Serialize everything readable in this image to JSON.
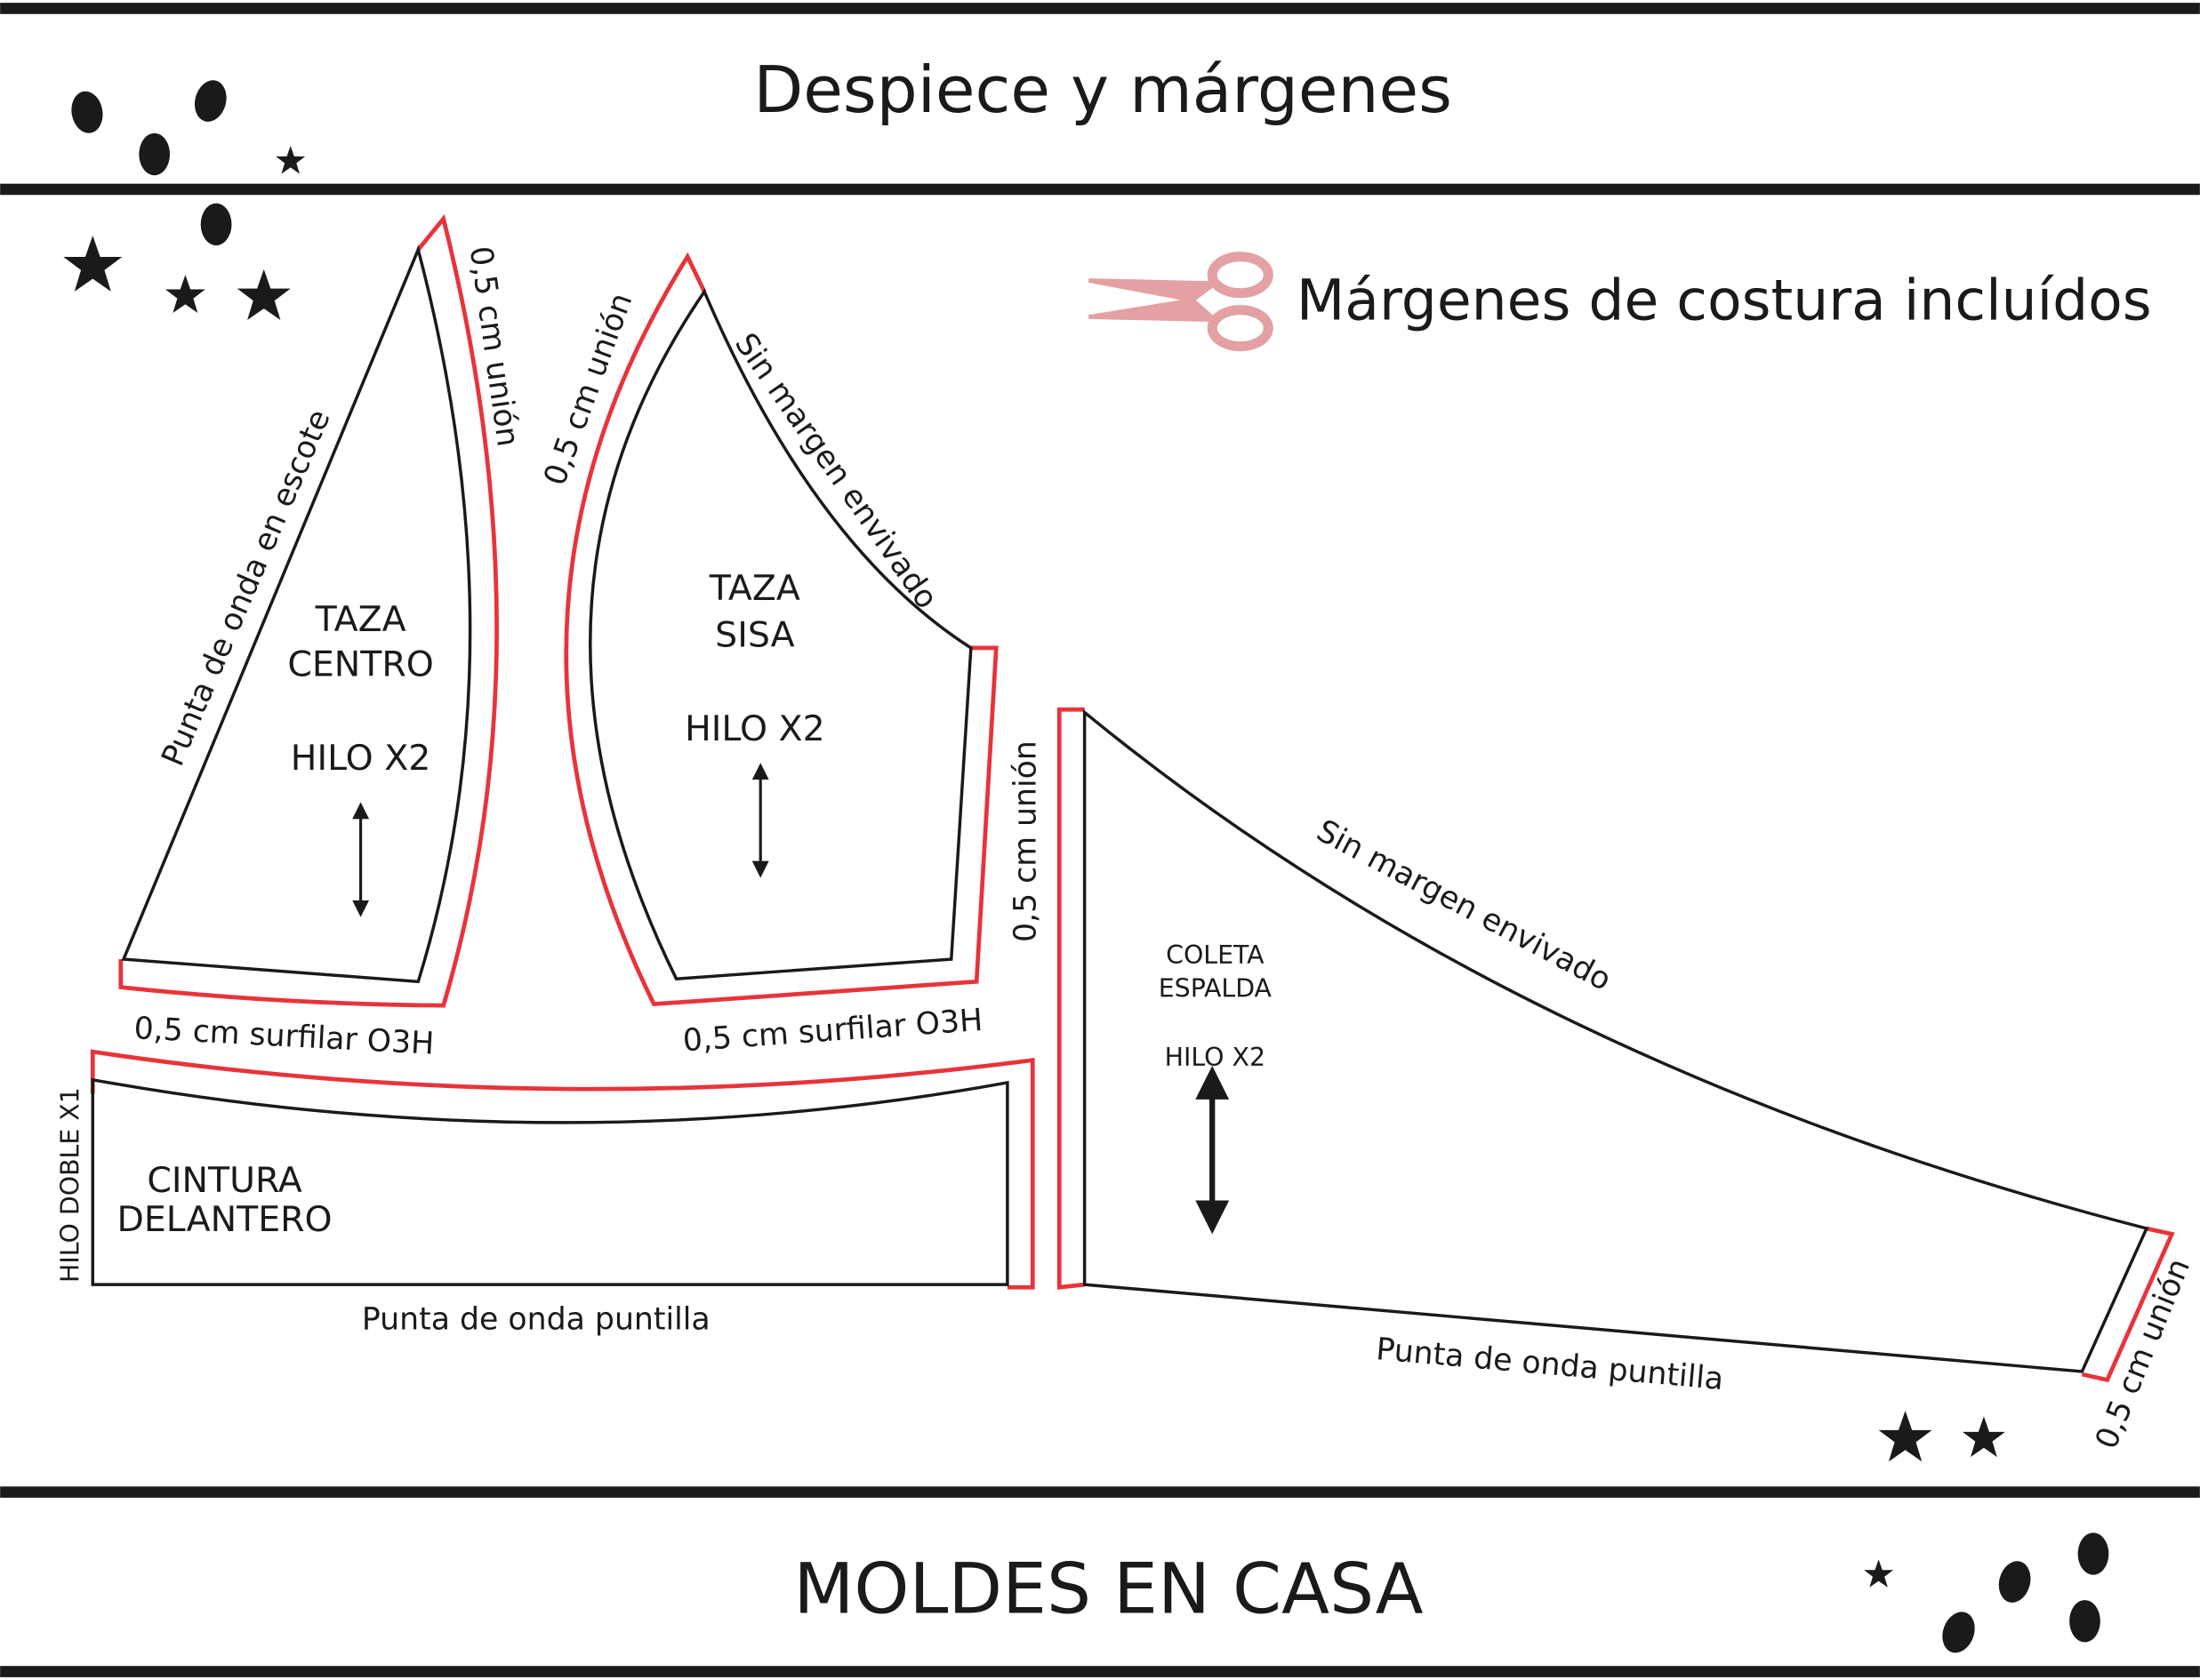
{
  "header": {
    "title": "Despiece y márgenes"
  },
  "footer": {
    "title": "MOLDES EN CASA"
  },
  "note": {
    "text": "Márgenes de costura incluídos",
    "icon": "scissors-icon"
  },
  "colors": {
    "seam_allowance": "#e8333a",
    "outline": "#1a1a1a",
    "scissors": "#e3a1a3"
  },
  "pieces": {
    "taza_centro": {
      "name_line1": "TAZA",
      "name_line2": "CENTRO",
      "grain": "HILO X2",
      "edge_left": "Punta de onda en escote",
      "edge_right": "0,5 cm unión",
      "edge_bottom": "0,5 cm surfilar O3H"
    },
    "taza_sisa": {
      "name_line1": "TAZA",
      "name_line2": "SISA",
      "grain": "HILO X2",
      "edge_left": "0,5 cm unión",
      "edge_top": "Sin margen envivado",
      "edge_right": "0,5 cm unión",
      "edge_bottom": "0,5 cm surfilar O3H"
    },
    "cintura": {
      "name_line1": "CINTURA",
      "name_line2": "DELANTERO",
      "fold": "HILO DOBLE X1",
      "edge_bottom": "Punta de onda puntilla"
    },
    "coleta": {
      "name_line1": "COLETA",
      "name_line2": "ESPALDA",
      "grain": "HILO X2",
      "edge_top": "Sin margen envivado",
      "edge_bottom": "Punta de onda puntilla",
      "edge_right": "0,5 cm unión"
    }
  }
}
